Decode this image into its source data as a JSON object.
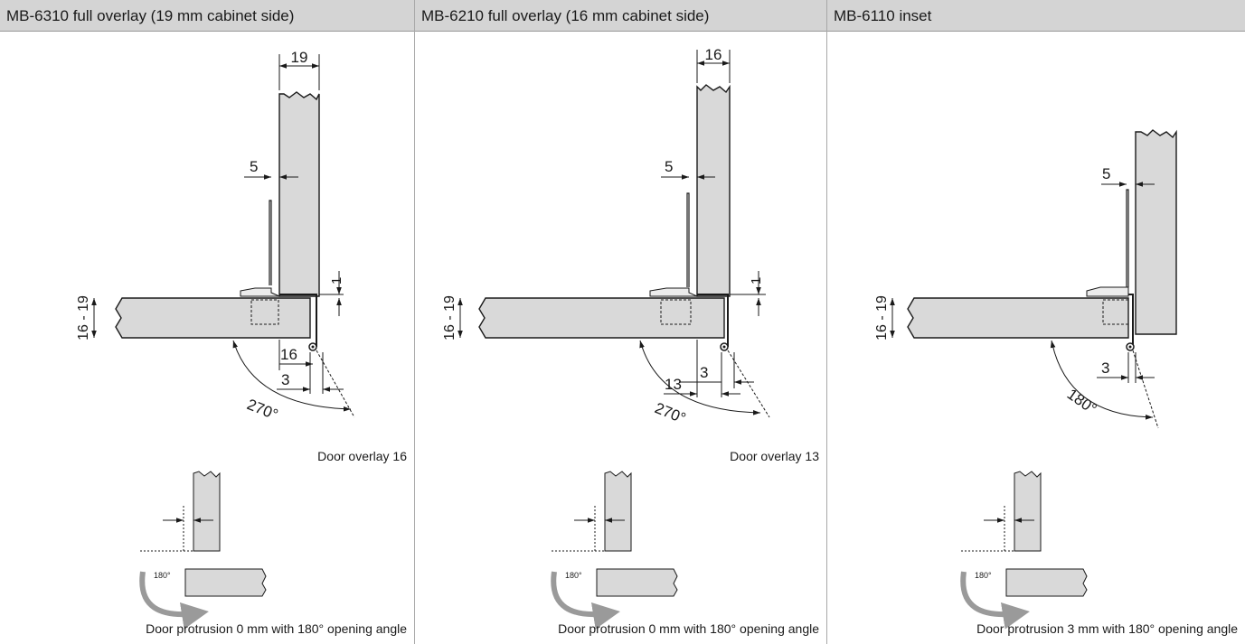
{
  "panels": [
    {
      "title": "MB-6310 full overlay (19 mm cabinet side)",
      "dims": {
        "side": "19",
        "gap": "5",
        "one": "1",
        "door_thickness": "16 - 19",
        "overlay": "16",
        "edge": "3",
        "angle": "270°"
      },
      "overlay_caption": "Door overlay 16",
      "small_angle": "180°",
      "protrusion_caption": "Door protrusion 0 mm with 180° opening angle"
    },
    {
      "title": "MB-6210 full overlay (16 mm cabinet side)",
      "dims": {
        "side": "16",
        "gap": "5",
        "one": "1",
        "door_thickness": "16 - 19",
        "overlay": "13",
        "edge": "3",
        "angle": "270°"
      },
      "overlay_caption": "Door overlay 13",
      "small_angle": "180°",
      "protrusion_caption": "Door protrusion 0 mm with 180° opening angle"
    },
    {
      "title": "MB-6110 inset",
      "dims": {
        "gap": "5",
        "door_thickness": "16 - 19",
        "edge": "3",
        "angle": "180°"
      },
      "small_angle": "180°",
      "protrusion_caption": "Door protrusion 3 mm with 180° opening angle"
    }
  ],
  "colors": {
    "header_bg": "#d4d4d4",
    "board_fill": "#d9d9d9",
    "line": "#1a1a1a",
    "arrow_grey": "#9a9a9a"
  }
}
